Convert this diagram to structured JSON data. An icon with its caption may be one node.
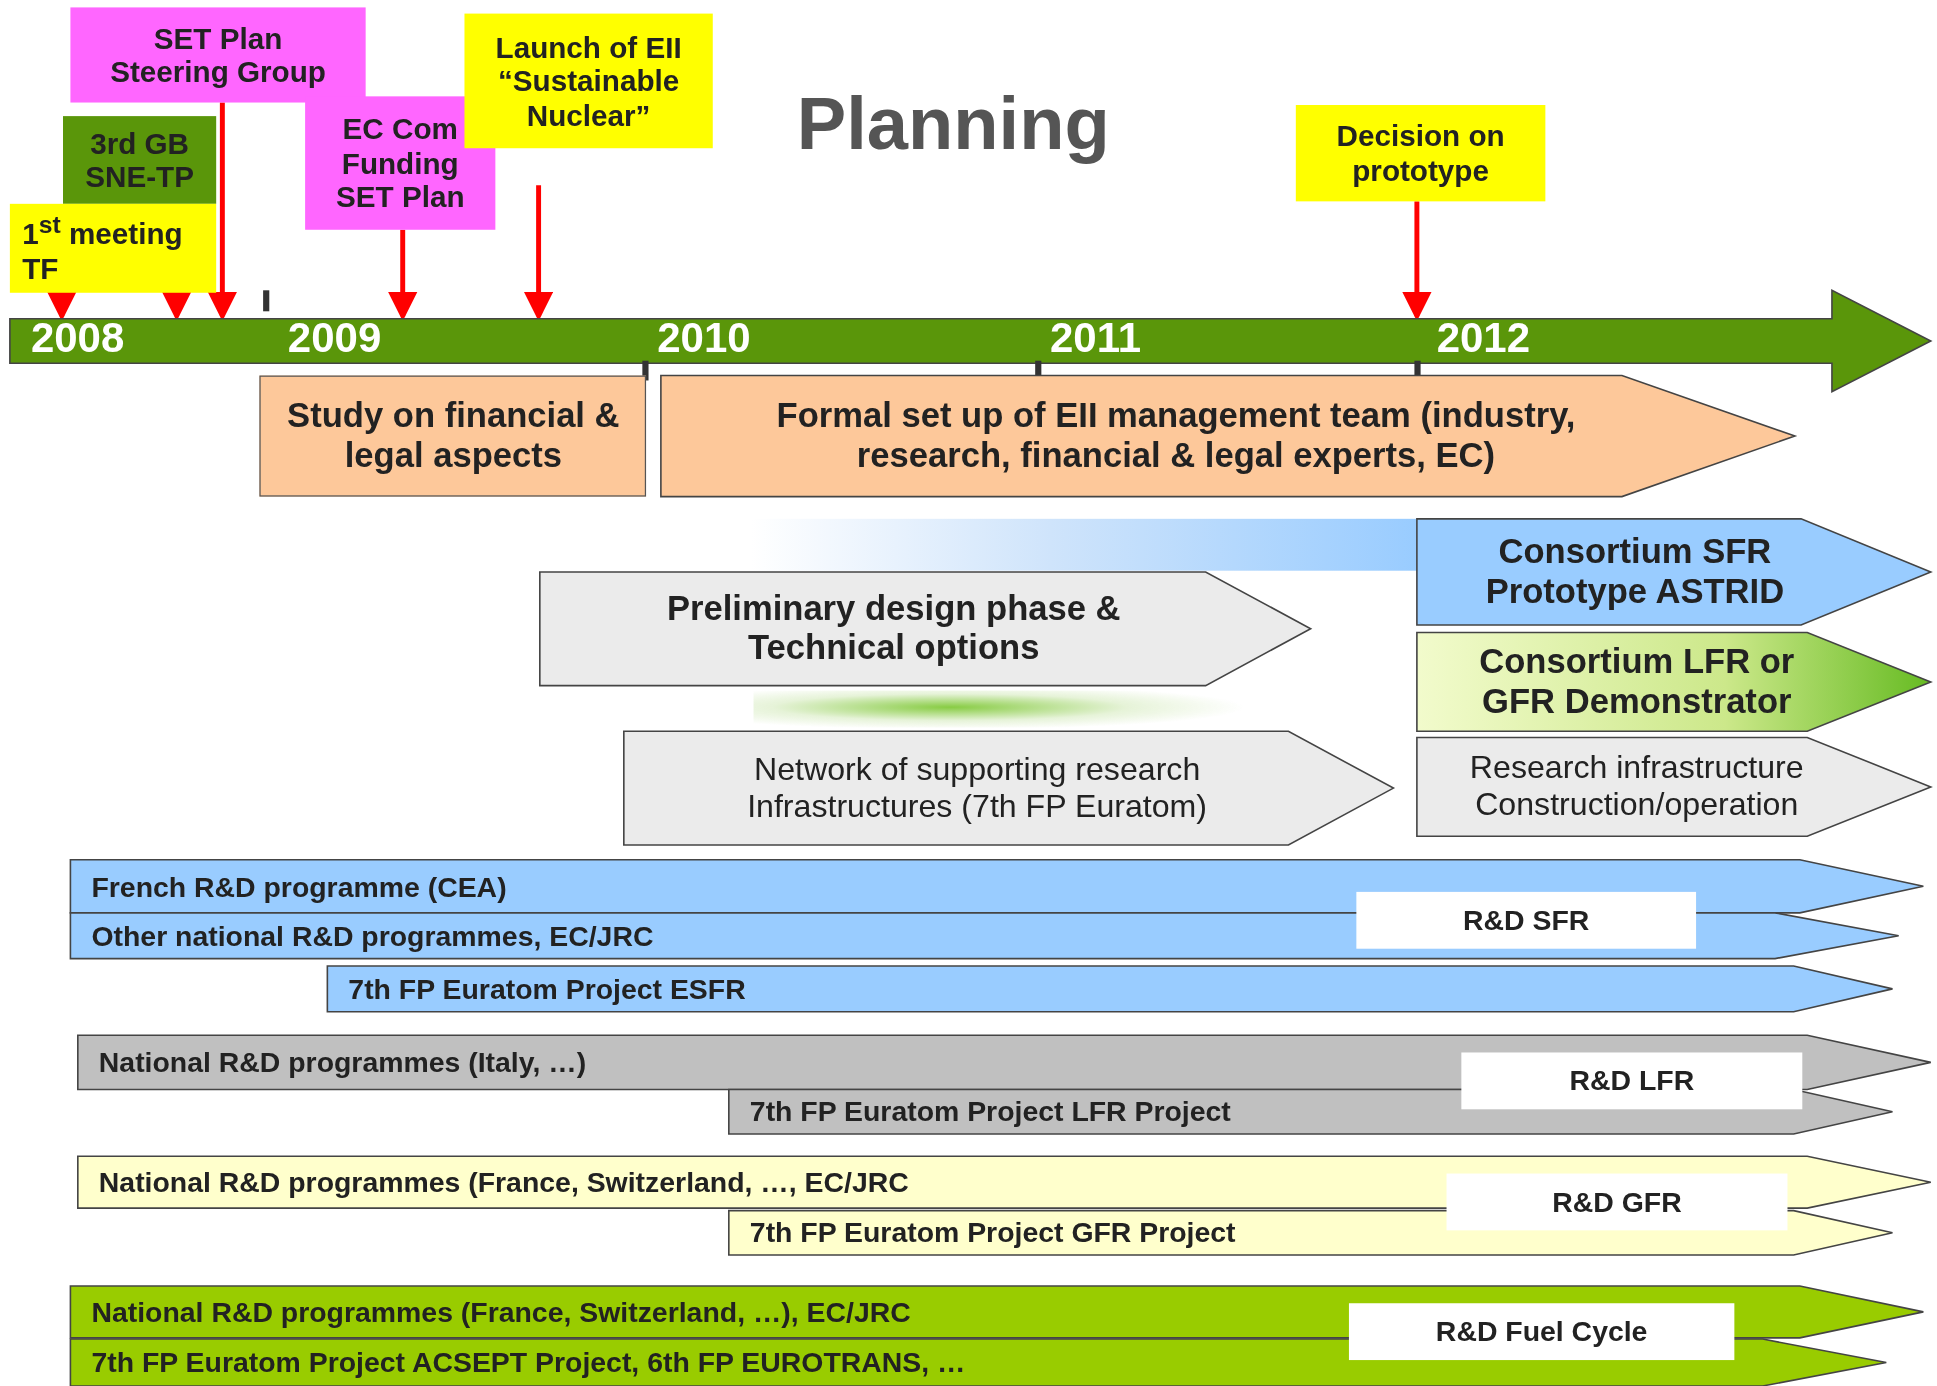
{
  "diagram": {
    "title": "Planning",
    "nodes": [
      {
        "text": [
          "2008",
          "2009",
          "2010",
          "2011",
          "2012"
        ]
      },
      {
        "text": [
          "SET Plan Steering Group"
        ]
      },
      {
        "text": [
          "3rd GB SNE-TP"
        ]
      },
      {
        "text": [
          "1$^{st}$ meeting TF"
        ]
      },
      {
        "text": [
          "EC Com Funding SET Plan"
        ]
      },
      {
        "text": [
          "Launch of EII “Sustainable Nuclear”"
        ]
      },
      {
        "text": [
          "Decision on prototype"
        ]
      },
      {
        "text": [
          "Study on financial & legal aspects"
        ]
      },
      {
        "text": [
          "Formal set up of EII management team (industry, research, financial & legal experts, EC)"
        ]
      },
      {
        "text": [
          "Consortium SFR Prototype ASTRID"
        ]
      },
      {
        "text": [
          "Preliminary design phase & Technical options"
        ]
      },
      {
        "text": [
          "Consortium LFR or GFR Demonstrator"
        ]
      },
      {
        "text": [
          "Network of supporting research Infrastructures (7th FP Euratom)"
        ]
      },
      {
        "text": [
          "Research infrastructure Construction/operation"
        ]
      },
      {
        "text": [
          "French R&D programme (CEA)"
        ]
      },
      {
        "text": [
          "Other national R&D programmes, EC/JRC"
        ]
      },
      {
        "text": [
          "7th FP Euratom Project ESFR"
        ]
      },
      {
        "text": [
          "National R&D programmes (Italy, …)"
        ]
      },
      {
        "text": [
          "7th FP Euratom Project LFR Project"
        ]
      },
      {
        "text": [
          "National R&D programmes (France, Switzerland, …, EC/JRC"
        ]
      },
      {
        "text": [
          "7th FP Euratom Project GFR Project"
        ]
      },
      {
        "text": [
          "National R&D programmes (France, Switzerland, …), EC/JRC"
        ]
      },
      {
        "text": [
          "7th FP Euratom Project ACSEPT Project, 6th FP EUROTRANS, …"
        ]
      },
      {
        "text": [
          "R&D SFR"
        ]
      },
      {
        "text": [
          "R&D LFR"
        ]
      },
      {
        "text": [
          "R&D GFR"
        ]
      },
      {
        "text": [
          "R&D Fuel Cycle"
        ]
      },
      {
        "text": [],
        "shape": "band"
      },
      {
        "text": [],
        "shape": "band"
      }
    ],
    "edges": [
      {
        "from": 3,
        "to": 0,
        "arrow": "to"
      },
      {
        "from": 3,
        "to": 0,
        "arrow": "to"
      },
      {
        "from": 1,
        "to": 0,
        "arrow": "to"
      },
      {
        "from": 4,
        "to": 0,
        "arrow": "to"
      },
      {
        "from": 5,
        "to": 0,
        "arrow": "to"
      },
      {
        "from": 6,
        "to": 0,
        "arrow": "to"
      }
    ]
  }
}
